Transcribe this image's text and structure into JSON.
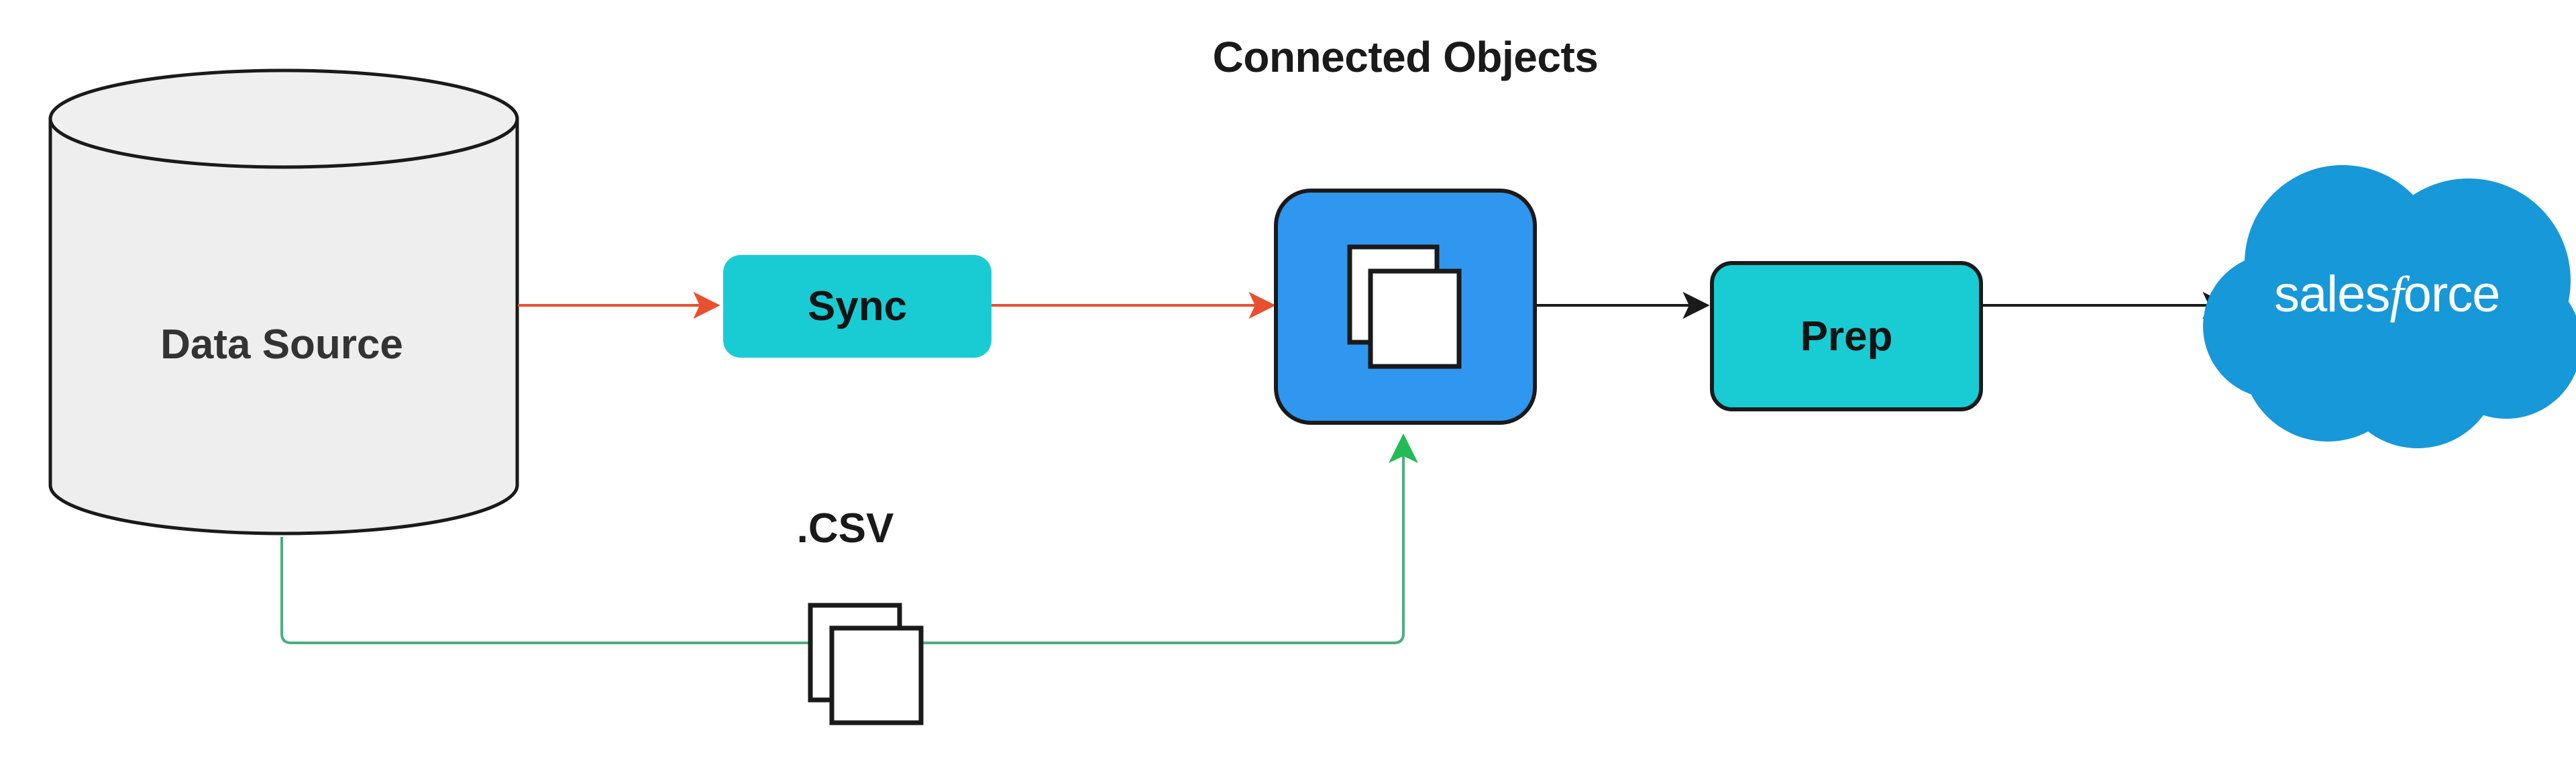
{
  "diagram": {
    "title": "Connected Objects",
    "background_color": "#ffffff",
    "nodes": [
      {
        "id": "data-source",
        "label": "Data Source",
        "shape": "cylinder",
        "fill": "#eeeeee",
        "stroke": "#1a1a1a",
        "text_color": "#333333"
      },
      {
        "id": "sync",
        "label": "Sync",
        "shape": "rounded-rect",
        "fill": "#19ccd3",
        "stroke": "none",
        "text_color": "#141414"
      },
      {
        "id": "connected-objects",
        "label": "Connected Objects",
        "shape": "rounded-square",
        "fill": "#2f97ef",
        "stroke": "#1a1a1a",
        "icon": "documents-icon"
      },
      {
        "id": "prep",
        "label": "Prep",
        "shape": "rounded-rect",
        "fill": "#19ccd3",
        "stroke": "#1a1a1a",
        "text_color": "#141414"
      },
      {
        "id": "salesforce",
        "label": "salesforce",
        "shape": "cloud",
        "fill": "#1798d8",
        "text_color": "#ffffff"
      },
      {
        "id": "csv-files",
        "label": ".CSV",
        "shape": "documents-icon",
        "fill": "#ffffff",
        "stroke": "#1a1a1a"
      }
    ],
    "edges": [
      {
        "id": "edge-data-source-to-sync",
        "from": "data-source",
        "to": "sync",
        "color": "#e8512f",
        "style": "arrow"
      },
      {
        "id": "edge-sync-to-connected-objects",
        "from": "sync",
        "to": "connected-objects",
        "color": "#e8512f",
        "style": "arrow"
      },
      {
        "id": "edge-connected-objects-to-prep",
        "from": "connected-objects",
        "to": "prep",
        "color": "#1a1a1a",
        "style": "arrow"
      },
      {
        "id": "edge-prep-to-salesforce",
        "from": "prep",
        "to": "salesforce",
        "color": "#1a1a1a",
        "style": "arrow"
      },
      {
        "id": "edge-data-source-to-connected-objects-csv",
        "from": "data-source",
        "to": "connected-objects",
        "color": "#4cae7e",
        "arrow_color": "#22bb55",
        "style": "orthogonal-arrow",
        "label": ".CSV"
      }
    ]
  },
  "labels": {
    "title": "Connected Objects",
    "data_source": "Data Source",
    "sync": "Sync",
    "prep": "Prep",
    "csv": ".CSV",
    "salesforce_prefix": "sales",
    "salesforce_f": "f",
    "salesforce_suffix": "orce"
  }
}
